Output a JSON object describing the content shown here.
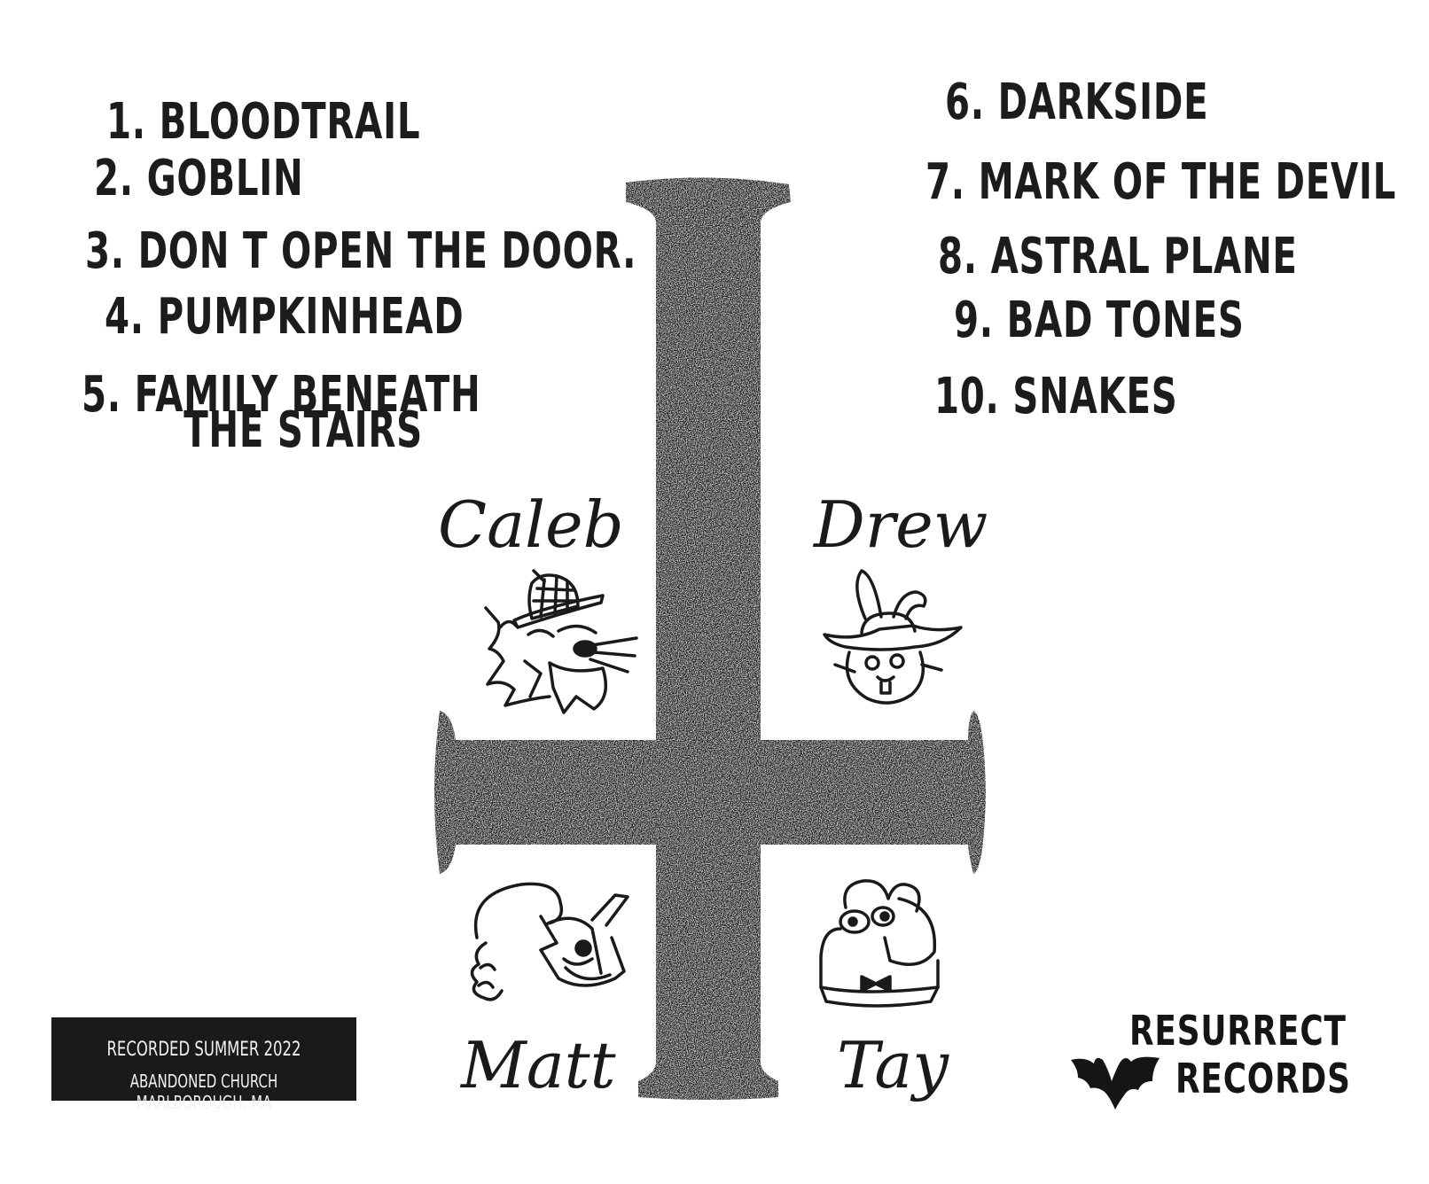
{
  "tracks_left": [
    {
      "label": "1. BLOODTRAIL"
    },
    {
      "label": "2. GOBLIN"
    },
    {
      "label": "3. DON T OPEN THE DOOR."
    },
    {
      "label": "4. PUMPKINHEAD"
    },
    {
      "label": "5. FAMILY BENEATH",
      "continuation": "THE STAIRS"
    }
  ],
  "tracks_right": [
    {
      "label": "6. DARKSIDE"
    },
    {
      "label": "7. MARK OF THE DEVIL"
    },
    {
      "label": "8. ASTRAL PLANE"
    },
    {
      "label": "9. BAD TONES"
    },
    {
      "label": "10. SNAKES"
    }
  ],
  "members": {
    "top_left": "Caleb",
    "top_right": "Drew",
    "bottom_left": "Matt",
    "bottom_right": "Tay"
  },
  "mascot_icons": {
    "top_left": "cat-detective-icon",
    "top_right": "rabbit-cowboy-icon",
    "bottom_left": "dog-musketeer-icon",
    "bottom_right": "frog-bowtie-icon"
  },
  "recording": {
    "line1": "RECORDED SUMMER 2022",
    "line2": "ABANDONED CHURCH   MARLBOROUGH, MA"
  },
  "label": {
    "name_line1": "RESURRECT",
    "name_line2": "RECORDS",
    "icon": "bat-icon"
  },
  "colors": {
    "ink": "#1a1a1a",
    "background": "#ffffff"
  }
}
